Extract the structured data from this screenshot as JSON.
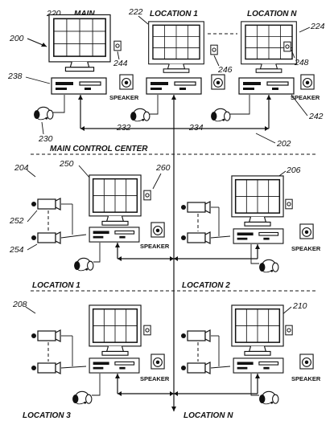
{
  "top": {
    "main_label": "MAIN",
    "location1_label": "LOCATION 1",
    "locationN_label": "LOCATION N",
    "speaker_label": "SPEAKER",
    "refs": {
      "main_monitor": "220",
      "main_station": "200",
      "loc1_monitor": "222",
      "locN_monitor": "224",
      "main_camera": "244",
      "loc1_camera": "246",
      "locN_camera": "248",
      "main_computer": "238",
      "main_headset": "230",
      "loc1_headset": "232",
      "locN_headset": "234",
      "locN_computer": "242",
      "network": "202"
    }
  },
  "control_center_label": "MAIN CONTROL CENTER",
  "middle": {
    "left_ref": "204",
    "right_ref": "206",
    "monitor_ref": "250",
    "camera_ref": "260",
    "camera_unit_ref": "252",
    "camera_unit2_ref": "254",
    "speaker_label": "SPEAKER"
  },
  "divider_labels": {
    "location1": "LOCATION 1",
    "location2": "LOCATION 2"
  },
  "bottom": {
    "left_ref": "208",
    "right_ref": "210",
    "speaker_label": "SPEAKER",
    "location3": "LOCATION 3",
    "locationN": "LOCATION N"
  },
  "icons": {
    "monitor": "monitor-icon",
    "camera": "camera-icon",
    "computer": "computer-icon",
    "speaker": "speaker-icon",
    "headset": "headset-icon",
    "video-camera": "video-camera-icon"
  }
}
